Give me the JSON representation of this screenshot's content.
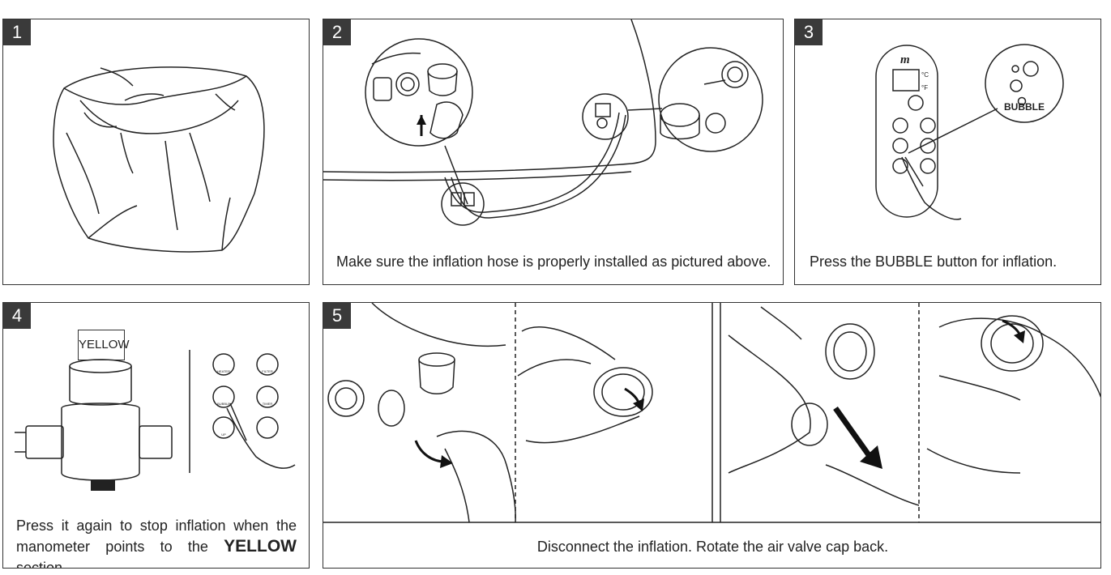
{
  "panels": {
    "p1": {
      "number": "1"
    },
    "p2": {
      "number": "2",
      "caption": "Make sure the inflation hose is properly installed as pictured above."
    },
    "p3": {
      "number": "3",
      "caption": "Press the BUBBLE button for inflation.",
      "bubble_label": "BUBBLE",
      "unit_c": "°C",
      "unit_f": "°F"
    },
    "p4": {
      "number": "4",
      "tag": "YELLOW",
      "caption_prefix": "Press it again to stop inflation when the manometer points to the ",
      "caption_strong": "YELLOW",
      "caption_suffix": " section.",
      "btn_heater": "HEATER",
      "btn_filter": "FILTER",
      "btn_bubble": "BUBBLE",
      "btn_timer": "TIMER",
      "btn_up": "UP"
    },
    "p5": {
      "number": "5",
      "caption": "Disconnect the inflation. Rotate the air valve cap back."
    }
  }
}
